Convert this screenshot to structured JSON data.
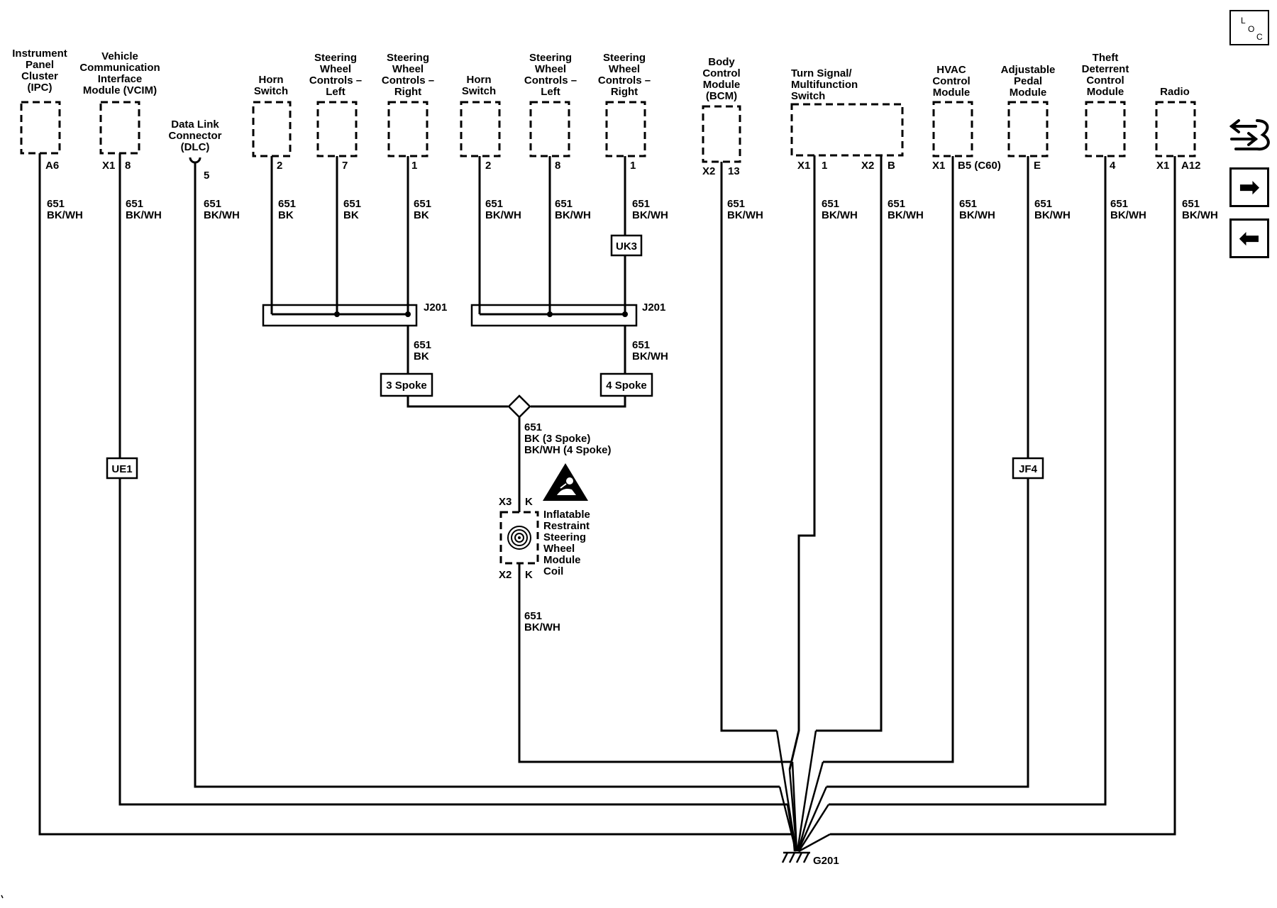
{
  "components": {
    "ipc": [
      "Instrument",
      "Panel",
      "Cluster",
      "(IPC)"
    ],
    "vcim": [
      "Vehicle",
      "Communication",
      "Interface",
      "Module (VCIM)"
    ],
    "dlc": [
      "Data Link",
      "Connector",
      "(DLC)"
    ],
    "horn_switch": [
      "Horn",
      "Switch"
    ],
    "swc_left": [
      "Steering",
      "Wheel",
      "Controls –",
      "Left"
    ],
    "swc_right": [
      "Steering",
      "Wheel",
      "Controls –",
      "Right"
    ],
    "bcm": [
      "Body",
      "Control",
      "Module",
      "(BCM)"
    ],
    "turn_signal": [
      "Turn Signal/",
      "Multifunction",
      "Switch"
    ],
    "hvac": [
      "HVAC",
      "Control",
      "Module"
    ],
    "pedal": [
      "Adjustable",
      "Pedal",
      "Module"
    ],
    "theft": [
      "Theft",
      "Deterrent",
      "Control",
      "Module"
    ],
    "radio": [
      "Radio"
    ],
    "coil": [
      "Inflatable",
      "Restraint",
      "Steering",
      "Wheel",
      "Module",
      "Coil"
    ]
  },
  "pins": {
    "ipc": "A6",
    "vcim_conn": "X1",
    "vcim_pin": "8",
    "dlc": "5",
    "horn_a": "2",
    "swcl_a": "7",
    "swcr_a": "1",
    "horn_b": "2",
    "swcl_b": "8",
    "swcr_b": "1",
    "bcm_conn": "X2",
    "bcm_pin": "13",
    "ts_conn1": "X1",
    "ts_pin1": "1",
    "ts_conn2": "X2",
    "ts_pin2": "B",
    "hvac_conn": "X1",
    "hvac_pin": "B5 (C60)",
    "pedal_pin": "E",
    "theft_pin": "4",
    "radio_conn": "X1",
    "radio_pin": "A12",
    "coil_top_conn": "X3",
    "coil_top_pin": "K",
    "coil_bot_conn": "X2",
    "coil_bot_pin": "K"
  },
  "wire": {
    "circuit": "651",
    "bkwh": "BK/WH",
    "bk": "BK",
    "bk_3spoke": "BK (3 Spoke)",
    "bkwh_4spoke": "BK/WH (4 Spoke)"
  },
  "tags": {
    "ue1": "UE1",
    "uk3": "UK3",
    "jf4": "JF4",
    "spoke3": "3 Spoke",
    "spoke4": "4 Spoke",
    "j201": "J201",
    "ground": "G201"
  },
  "nav": {
    "loc_l": "L",
    "loc_o": "O",
    "loc_c": "C"
  }
}
